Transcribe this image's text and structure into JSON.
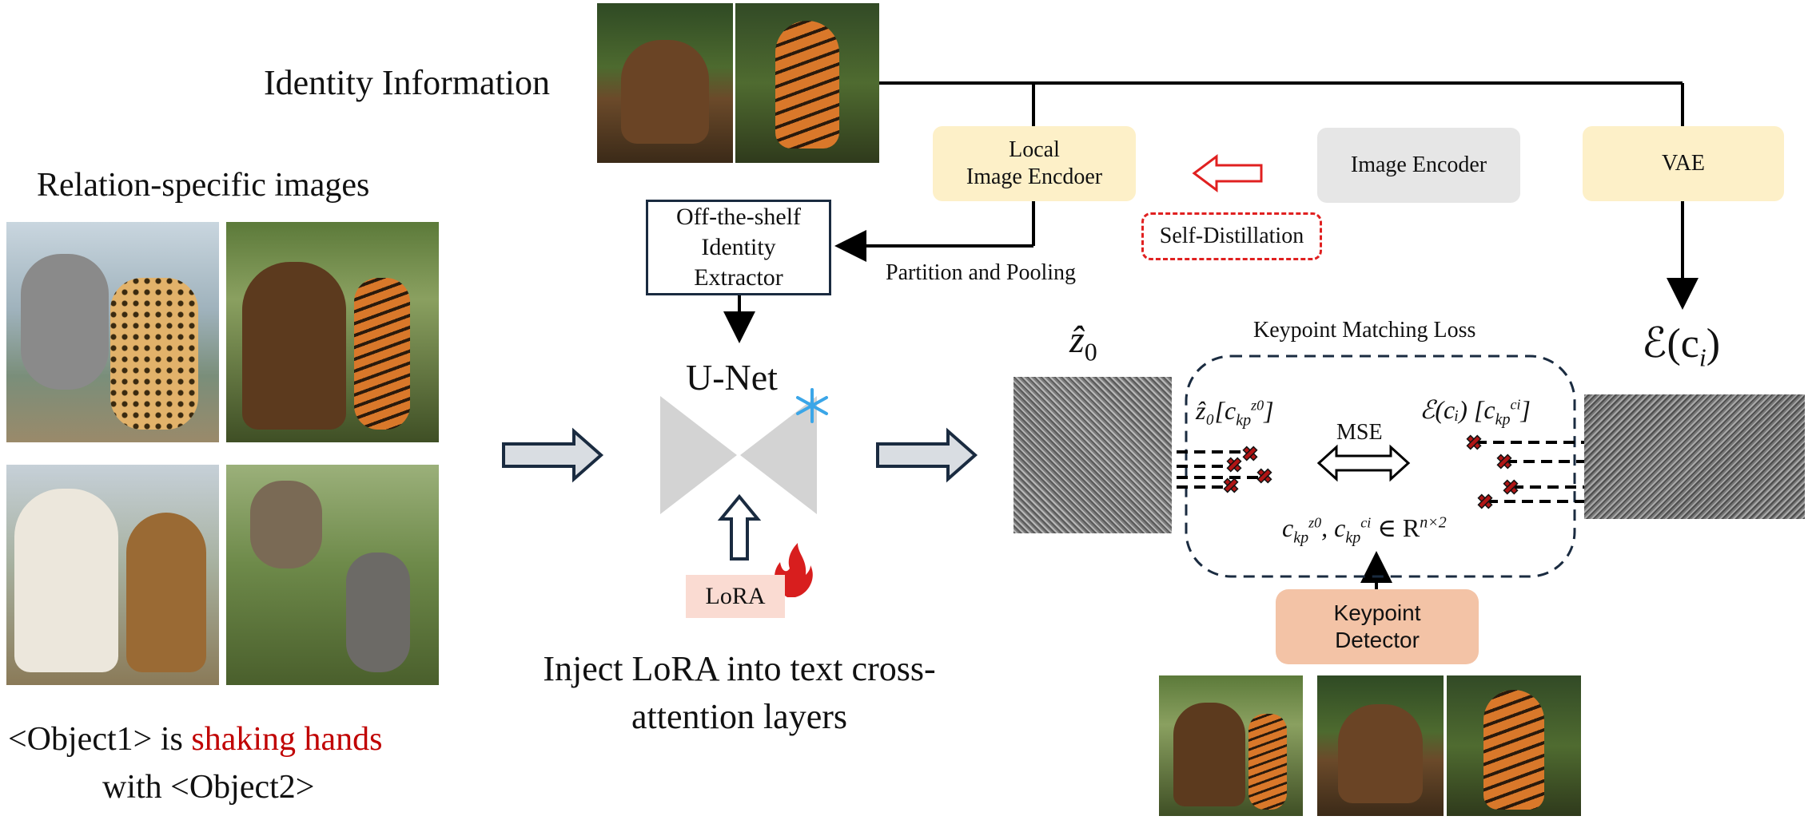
{
  "title_identity": "Identity Information",
  "title_relation": "Relation-specific images",
  "caption": {
    "part1": "<Object1> is ",
    "highlight": "shaking hands",
    "part2": "with <Object2>"
  },
  "extractor_label": [
    "Off-the-shelf",
    "Identity",
    "Extractor"
  ],
  "unet_label": "U-Net",
  "lora_label": "LoRA",
  "inject_caption": [
    "Inject LoRA into text cross-",
    "attention layers"
  ],
  "local_encoder": [
    "Local",
    "Image Encdoer"
  ],
  "image_encoder": "Image Encoder",
  "vae": "VAE",
  "self_distillation": "Self-Distillation",
  "partition_pooling": "Partition and Pooling",
  "keypoint_loss": "Keypoint Matching Loss",
  "mse": "MSE",
  "keypoint_detector": [
    "Keypoint",
    "Detector"
  ],
  "z0_hat": "ẑ",
  "z0_sub": "0",
  "eps_label": "ℰ(c",
  "eps_sub": "i",
  "eps_close": ")",
  "z0_kp_label": "ẑ₀[c",
  "eps_kp_label": "ℰ(cᵢ) [c",
  "kp_formula": "c",
  "kp_formula_rest": "∈ R",
  "kp_formula_exp": "n×2",
  "colors": {
    "highlight_red": "#c00000",
    "yellow_box": "#fdf0c8",
    "gray_box": "#e6e6e6",
    "salmon_box": "#f3c3a6",
    "lora_box": "#fadbd2",
    "dashed_red": "#e02020",
    "navy": "#1a2b40",
    "arrow_fill": "#d9dde2",
    "snowflake": "#3ba6e8",
    "flame": "#d81e1e"
  },
  "icons": [
    "snowflake-icon",
    "flame-icon",
    "hollow-arrow-icon",
    "double-arrow-icon",
    "cross-mark-icon"
  ]
}
